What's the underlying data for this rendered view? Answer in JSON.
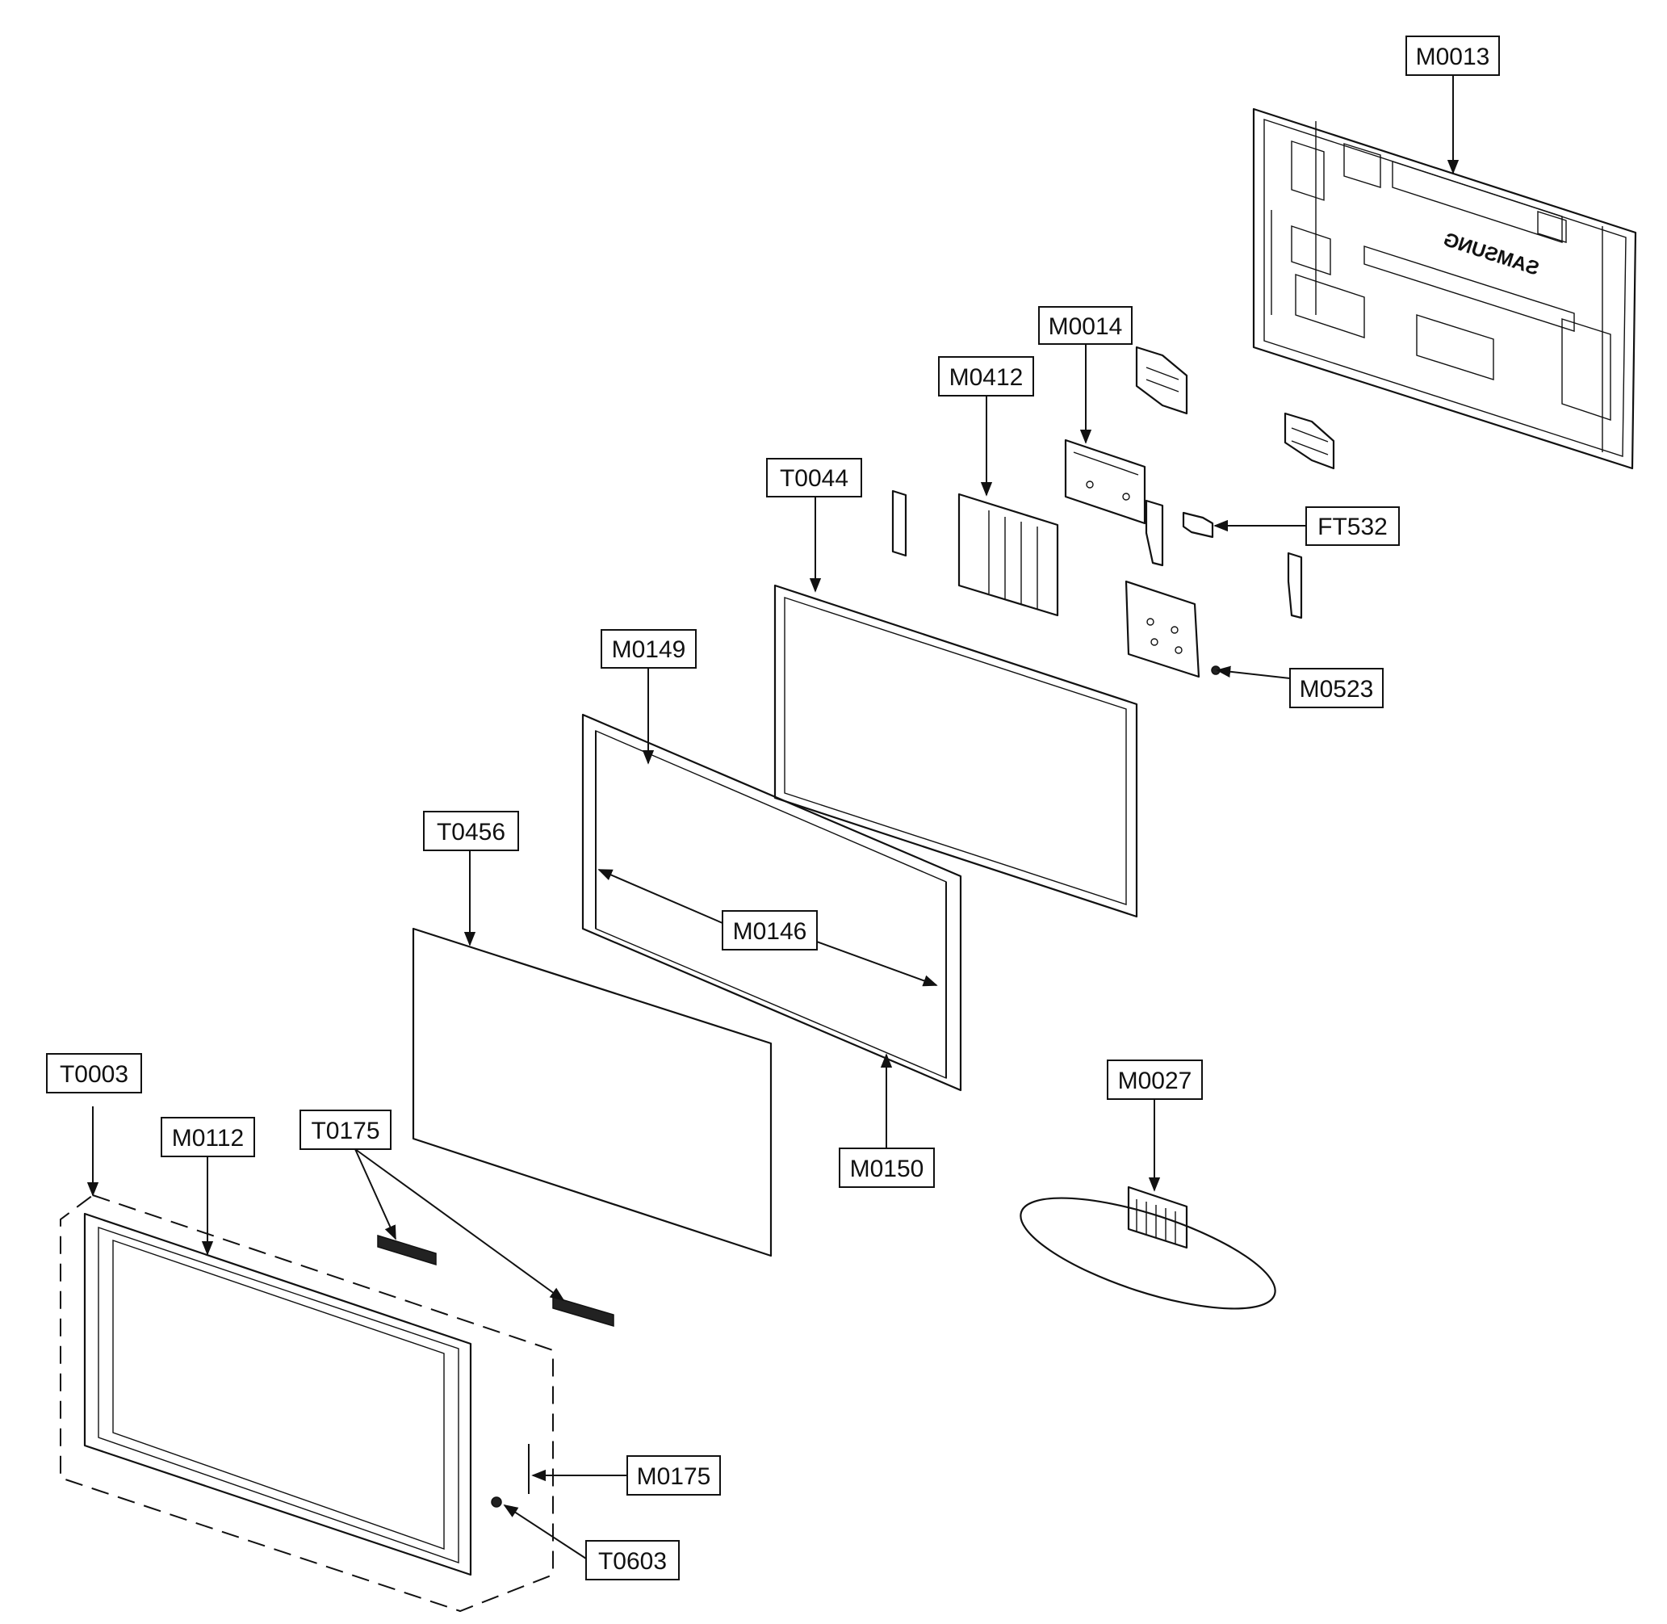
{
  "labels": {
    "m0013": "M0013",
    "m0014": "M0014",
    "m0412": "M0412",
    "t0044": "T0044",
    "ft532": "FT532",
    "m0523": "M0523",
    "m0149": "M0149",
    "t0456": "T0456",
    "m0146": "M0146",
    "m0027": "M0027",
    "m0150": "M0150",
    "t0003": "T0003",
    "m0112": "M0112",
    "t0175": "T0175",
    "m0175": "M0175",
    "t0603": "T0603"
  },
  "back_cover_logo": "SAMSUNG"
}
